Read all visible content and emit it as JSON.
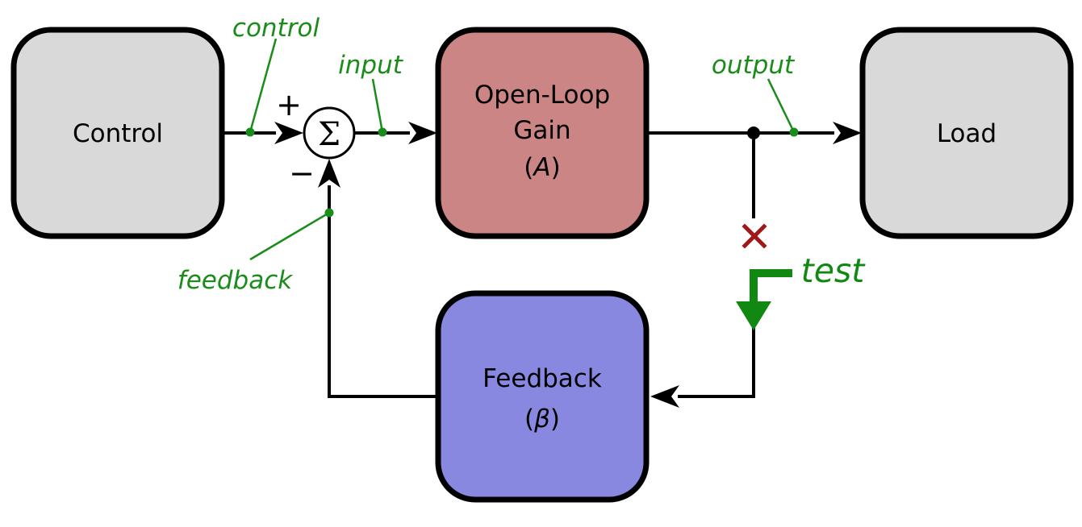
{
  "colors": {
    "stroke": "#000000",
    "signal": "#1a8c1a",
    "test_arrow": "#118811",
    "break_mark": "#a01818",
    "control_fill": "#d9d9d9",
    "load_fill": "#d9d9d9",
    "gain_fill": "#cc8585",
    "feedback_fill": "#8888e0"
  },
  "blocks": {
    "control": {
      "label": "Control"
    },
    "gain": {
      "line1": "Open-Loop",
      "line2": "Gain",
      "line3": "(A)"
    },
    "load": {
      "label": "Load"
    },
    "feedback": {
      "line1": "Feedback",
      "line2": "(β)"
    }
  },
  "summing_junction": {
    "symbol": "Σ",
    "plus_sign": "+",
    "minus_sign": "−"
  },
  "signals": {
    "control": "control",
    "input": "input",
    "output": "output",
    "feedback": "feedback"
  },
  "test": {
    "label": "test",
    "break_icon": "x-mark-icon"
  }
}
